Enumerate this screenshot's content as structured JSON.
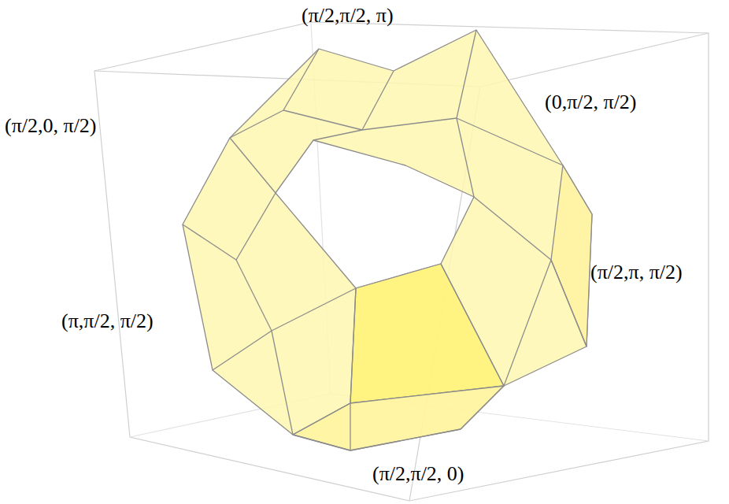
{
  "diagram": {
    "labels": [
      "(π/2,π/2, π)",
      "(0,π/2, π/2)",
      "(π/2,0, π/2)",
      "(π/2,π, π/2)",
      "(π,π/2, π/2)",
      "(π/2,π/2, 0)"
    ]
  }
}
